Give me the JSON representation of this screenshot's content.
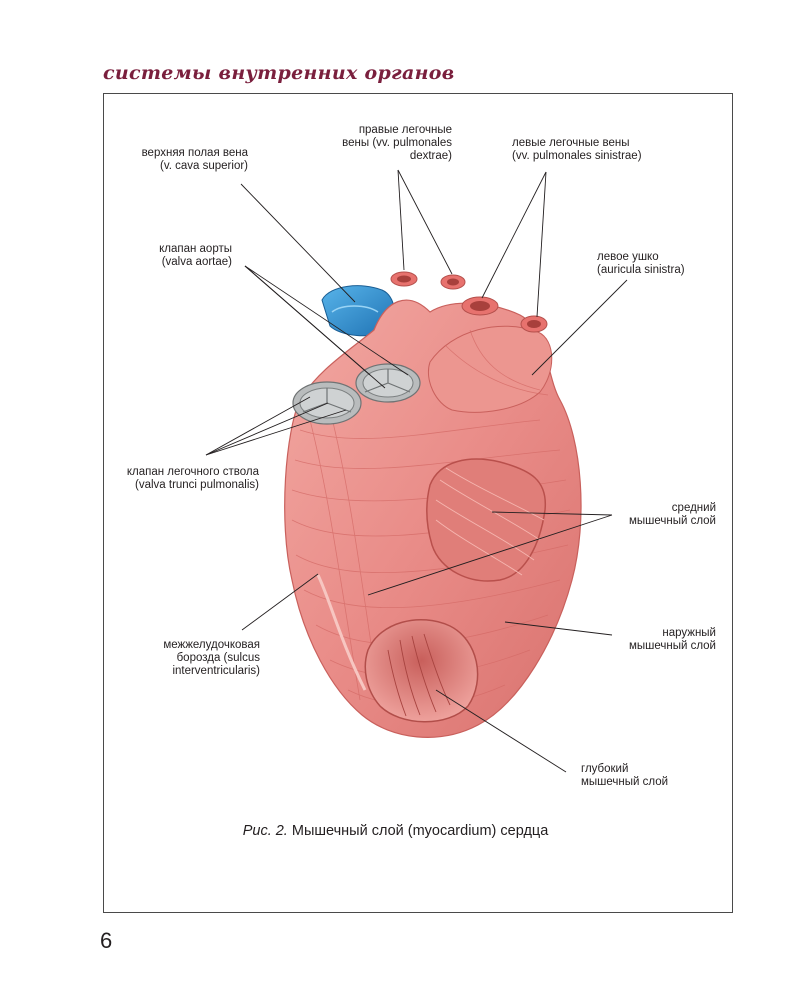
{
  "header": {
    "title": "системы внутренних органов"
  },
  "labels": {
    "vena_cava": [
      "верхняя полая вена",
      "(v. cava superior)"
    ],
    "right_pulm": [
      "правые легочные",
      "вены (vv. pulmonales",
      "dextrae)"
    ],
    "left_pulm": [
      "левые легочные вены",
      "(vv. pulmonales sinistrae)"
    ],
    "aortic_valve": [
      "клапан аорты",
      "(valva aortae)"
    ],
    "left_auricle": [
      "левое ушко",
      "(auricula sinistra)"
    ],
    "pulm_valve": [
      "клапан легочного ствола",
      "(valva trunci pulmonalis)"
    ],
    "middle_layer": [
      "средний",
      "мышечный слой"
    ],
    "outer_layer": [
      "наружный",
      "мышечный слой"
    ],
    "sulcus": [
      "межжелудочковая",
      "борозда (sulcus",
      "interventricularis)"
    ],
    "deep_layer": [
      "глубокий",
      "мышечный слой"
    ]
  },
  "caption": {
    "figure_label": "Рис. 2.",
    "text": " Мышечный слой (myocardium) сердца"
  },
  "page_number": "6",
  "colors": {
    "title": "#7a1f3d",
    "muscle": "#e98c88",
    "muscle_dark": "#d46a66",
    "muscle_light": "#f6b6b0",
    "vein_blue": "#2f8fcf",
    "valve_gray": "#b9bcbd",
    "leader_line": "#231f20"
  }
}
